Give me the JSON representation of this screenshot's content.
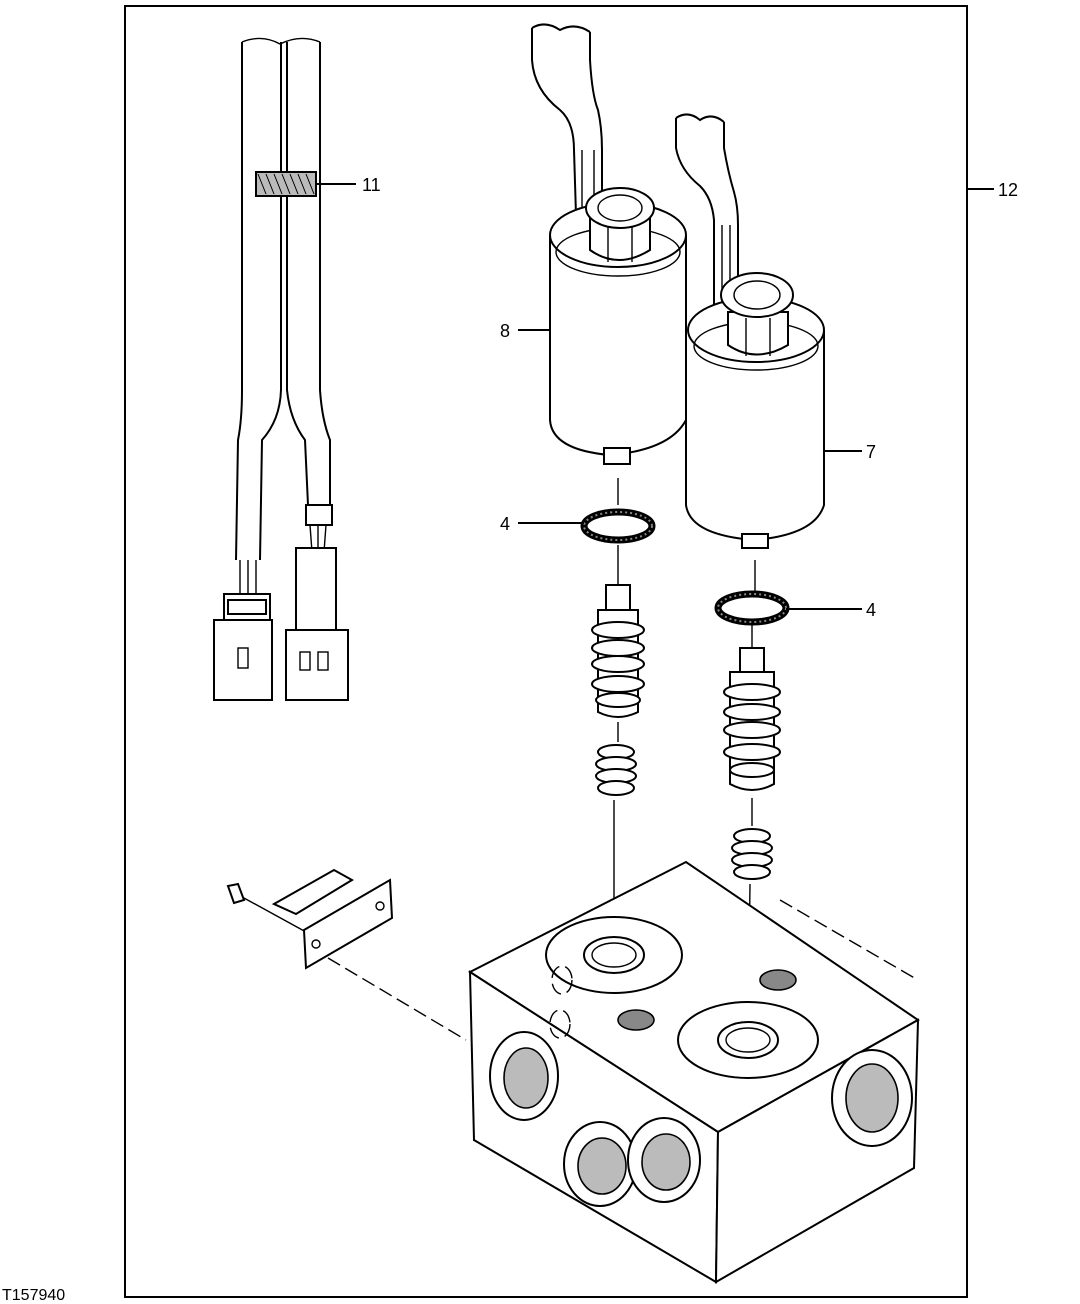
{
  "figure_id": "T157940",
  "callouts": {
    "c11": "11",
    "c12": "12",
    "c8": "8",
    "c7": "7",
    "c4_left": "4",
    "c4_right": "4"
  }
}
